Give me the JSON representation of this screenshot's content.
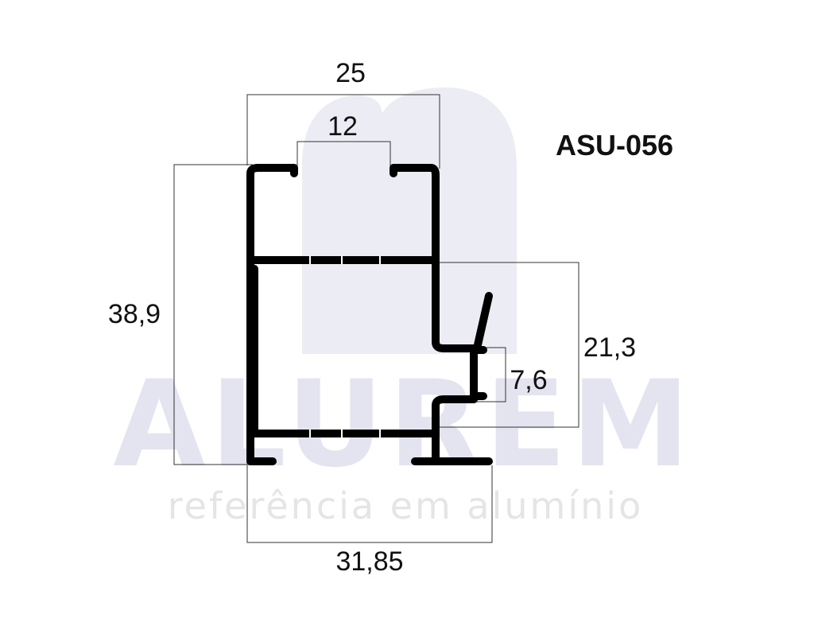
{
  "product_code": "ASU-056",
  "watermark": {
    "brand": "ALUREM",
    "tagline": "referência em alumínio"
  },
  "dimensions": {
    "top_width": "25",
    "inner_top_width": "12",
    "height": "38,9",
    "side_height": "21,3",
    "slot_height": "7,6",
    "bottom_width": "31,85"
  },
  "colors": {
    "profile": "#000000",
    "dimension_lines": "#333333",
    "watermark": "#e3e4f0"
  }
}
